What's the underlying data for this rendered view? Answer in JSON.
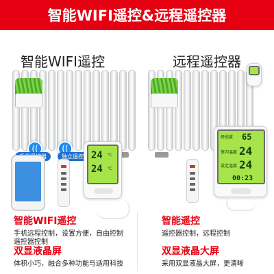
{
  "banner": {
    "title": "智能WIFI遥控&远程遥控器"
  },
  "left": {
    "heading": "智能WIFI遥控",
    "tags": {
      "phone": "手机遥控器",
      "solo": "独立遥控器"
    },
    "thermostat": {
      "row1": "24",
      "row2": "24"
    },
    "feature1": {
      "title": "智能WIFI遥控",
      "desc": "手机远程控制，设置方便，自由控制"
    },
    "feature1b": {
      "desc": "遥控器控制"
    },
    "feature2": {
      "title": "双显液晶屏",
      "desc": "体积小巧，融合多种功能与适用科技"
    }
  },
  "right": {
    "heading": "远程遥控器",
    "thermostat": {
      "top_label": "舒适度",
      "humidity": "65",
      "room_label": "室内温度",
      "room_temp": "24",
      "set_label": "设定温度",
      "set_temp": "24",
      "time": "00:23"
    },
    "feature1": {
      "title": "智能遥控",
      "desc": "遥控器控制，远程控制"
    },
    "feature2": {
      "title": "双显液晶大屏",
      "desc": "采用双显液晶大屏，更清晰"
    }
  },
  "colors": {
    "accent": "#e50012",
    "lcd": "#a6e44a",
    "tag": "#1f6fcf"
  }
}
